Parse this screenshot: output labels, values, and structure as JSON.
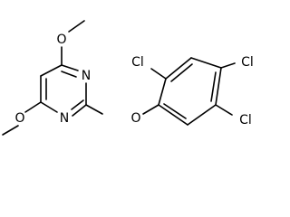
{
  "molecule": {
    "atoms": {
      "O_top": "O",
      "O_bottom": "O",
      "N_upper": "N",
      "N_lower": "N",
      "O_ether": "O",
      "Cl_ortho": "Cl",
      "Cl_para": "Cl",
      "Cl_meta": "Cl"
    }
  }
}
